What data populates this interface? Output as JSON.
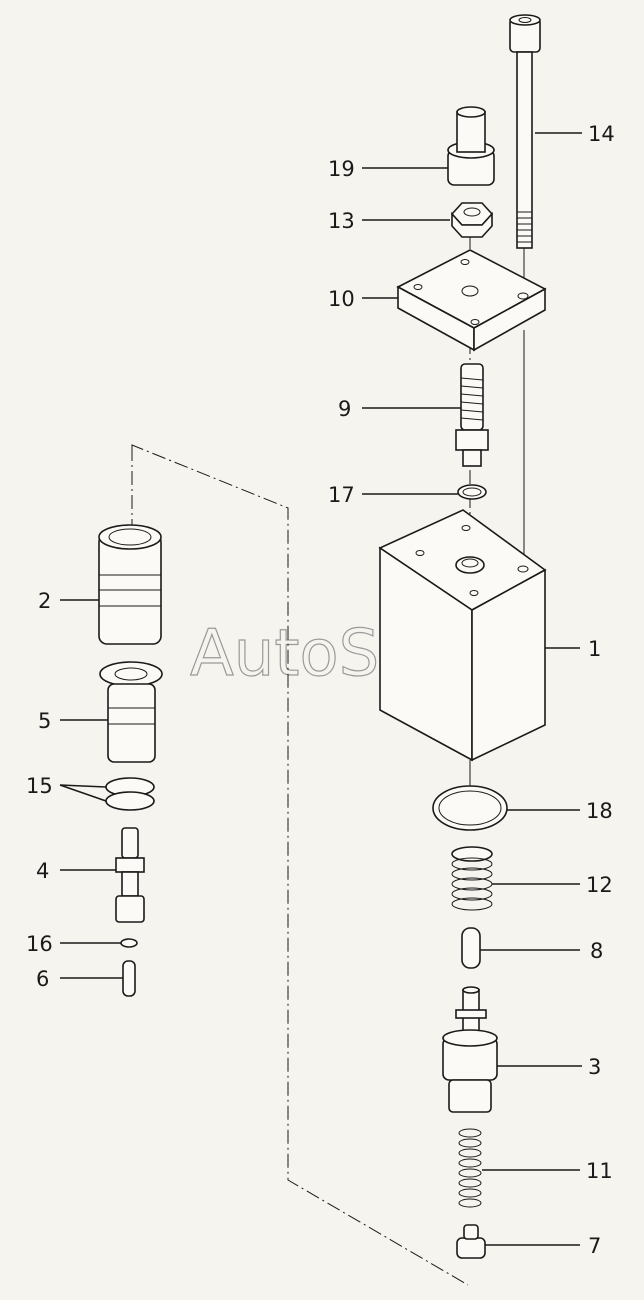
{
  "watermark": "AutoSoft",
  "callouts": [
    {
      "id": "c14",
      "text": "14"
    },
    {
      "id": "c19",
      "text": "19"
    },
    {
      "id": "c13",
      "text": "13"
    },
    {
      "id": "c10",
      "text": "10"
    },
    {
      "id": "c9",
      "text": "9"
    },
    {
      "id": "c17",
      "text": "17"
    },
    {
      "id": "c1",
      "text": "1"
    },
    {
      "id": "c18",
      "text": "18"
    },
    {
      "id": "c12",
      "text": "12"
    },
    {
      "id": "c8",
      "text": "8"
    },
    {
      "id": "c3",
      "text": "3"
    },
    {
      "id": "c11",
      "text": "11"
    },
    {
      "id": "c7",
      "text": "7"
    },
    {
      "id": "c2",
      "text": "2"
    },
    {
      "id": "c5",
      "text": "5"
    },
    {
      "id": "c15",
      "text": "15"
    },
    {
      "id": "c4",
      "text": "4"
    },
    {
      "id": "c16",
      "text": "16"
    },
    {
      "id": "c6",
      "text": "6"
    }
  ]
}
